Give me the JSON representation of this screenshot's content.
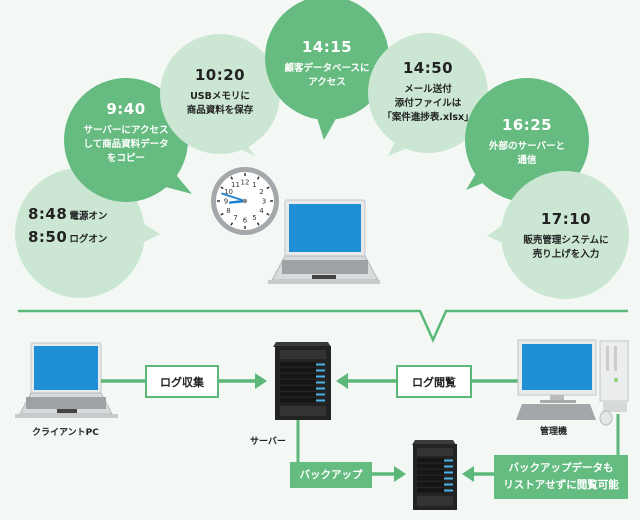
{
  "colors": {
    "background": "#f3f8f5",
    "bubble_dark": "#66bb80",
    "bubble_light": "#cbe7d3",
    "line_green": "#5cb878",
    "screen_blue": "#1d8fd6"
  },
  "timeline": [
    {
      "time": "8:48",
      "text": "電源オン",
      "style": "light"
    },
    {
      "time": "8:50",
      "text": "ログオン",
      "style": "light"
    },
    {
      "time": "9:40",
      "text": [
        "サーバーにアクセス",
        "して商品資料データ",
        "をコピー"
      ],
      "style": "dark"
    },
    {
      "time": "10:20",
      "text": [
        "USBメモリに",
        "商品資料を保存"
      ],
      "style": "light"
    },
    {
      "time": "14:15",
      "text": [
        "顧客データベースに",
        "アクセス"
      ],
      "style": "dark"
    },
    {
      "time": "14:50",
      "text": [
        "メール送付",
        "添付ファイルは",
        "「案件進捗表.xlsx」"
      ],
      "style": "light"
    },
    {
      "time": "16:25",
      "text": [
        "外部のサーバーと",
        "通信"
      ],
      "style": "dark"
    },
    {
      "time": "17:10",
      "text": [
        "販売管理システムに",
        "売り上げを入力"
      ],
      "style": "light"
    }
  ],
  "clock": {
    "hour": 8,
    "minute": 48
  },
  "network": {
    "client_label": "クライアントPC",
    "server_label": "サーバー",
    "admin_label": "管理機",
    "log_collect": "ログ収集",
    "log_view": "ログ閲覧",
    "backup": "バックアップ",
    "backup_note": [
      "バックアップデータも",
      "リストアせずに閲覧可能"
    ]
  }
}
